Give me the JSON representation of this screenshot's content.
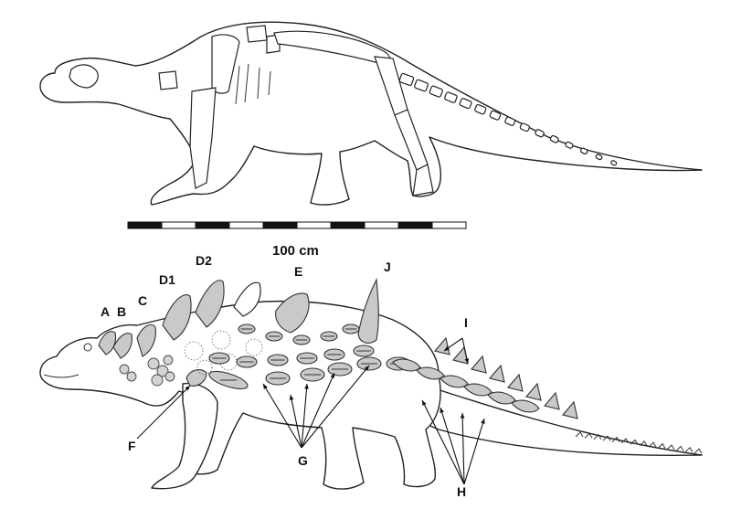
{
  "scale_bar": {
    "label": "100 cm",
    "segments": 10
  },
  "labels": {
    "A": "A",
    "B": "B",
    "C": "C",
    "D1": "D1",
    "D2": "D2",
    "E": "E",
    "F": "F",
    "G": "G",
    "H": "H",
    "I": "I",
    "J": "J"
  },
  "colors": {
    "line": "#222222",
    "plate_fill": "#c9c9c9",
    "bone_fill": "#ffffff"
  }
}
